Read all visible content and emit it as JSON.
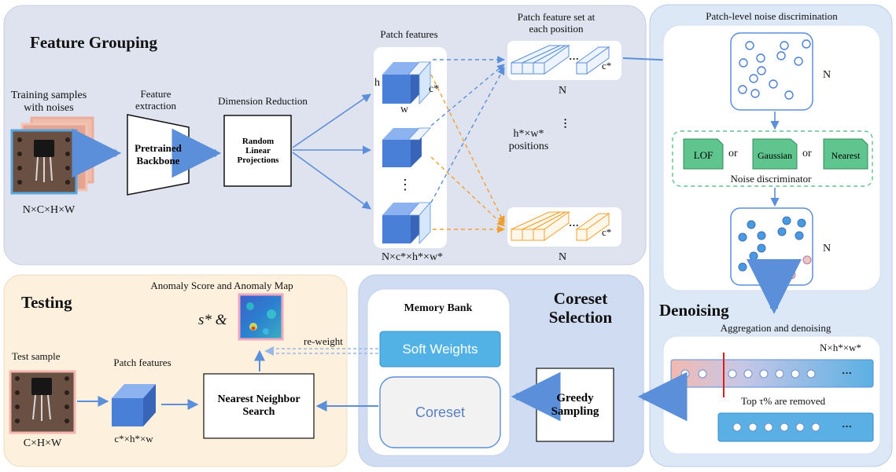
{
  "feature_grouping": {
    "title": "Feature Grouping",
    "training_samples": "Training samples\nwith noises",
    "input_dims": "N×C×H×W",
    "feature_extraction": "Feature\nextraction",
    "backbone": "Pretrained\nBackbone",
    "dimension_reduction": "Dimension Reduction",
    "projection": "Random\nLinear\nProjections",
    "patch_features": "Patch features",
    "cube_h": "h",
    "cube_w": "w",
    "cube_c": "c*",
    "vdots": "⋮",
    "patch_dims": "N×c*×h*×w*",
    "patch_set_title": "Patch feature set at\neach position",
    "set_c": "c*",
    "set_n": "N",
    "positions": "h*×w*\npositions",
    "dots": "···"
  },
  "noise": {
    "title": "Patch-level noise discrimination",
    "n_top": "N",
    "lof": "LOF",
    "or1": "or",
    "gaussian": "Gaussian",
    "or2": "or",
    "nearest": "Nearest",
    "discriminator": "Noise discriminator",
    "n_bottom": "N"
  },
  "denoising": {
    "title": "Denoising",
    "subtitle": "Aggregation and denoising",
    "dims": "N×h*×w*",
    "removed": "Top τ%  are removed",
    "dots": "···"
  },
  "coreset": {
    "title": "Coreset\nSelection",
    "memory_bank": "Memory Bank",
    "soft_weights": "Soft Weights",
    "coreset": "Coreset",
    "greedy": "Greedy\nSampling"
  },
  "testing": {
    "title": "Testing",
    "score_title": "Anomaly Score and Anomaly  Map",
    "score_symbol": "s* &",
    "reweight": "re-weight",
    "test_sample": "Test sample",
    "test_dims": "C×H×W",
    "patch_features": "Patch features",
    "patch_dims": "c*×h*×w",
    "nn_search": "Nearest Neighbor\nSearch"
  },
  "colors": {
    "feature_bg": "#dfe3ef",
    "testing_bg": "#fdf1de",
    "coreset_bg": "#cfdcf2",
    "noise_bg": "#dde8f7",
    "arrow": "#5b8fd9",
    "orange": "#f0a030",
    "cube": "#4a7fd8",
    "green": "#5fc48d",
    "soft": "#53b2e5"
  }
}
